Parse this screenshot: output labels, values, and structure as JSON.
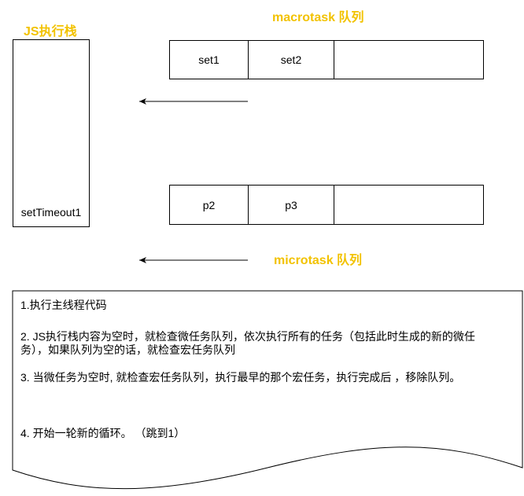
{
  "js_stack": {
    "title": "JS执行栈",
    "item": "setTimeout1"
  },
  "macrotask": {
    "title": "macrotask 队列",
    "items": [
      "set1",
      "set2",
      ""
    ]
  },
  "microtask": {
    "title": "microtask 队列",
    "items": [
      "p2",
      "p3",
      ""
    ]
  },
  "notes": [
    "1.执行主线程代码",
    "2. JS执行栈内容为空时，就检查微任务队列，依次执行所有的任务（包括此时生成的新的微任务），如果队列为空的话，就检查宏任务队列",
    "3. 当微任务为空时, 就检查宏任务队列，执行最早的那个宏任务，执行完成后 ，移除队列。",
    "4.  开始一轮新的循环。 （跳到1）"
  ],
  "colors": {
    "title_yellow": "#f2c200",
    "line": "#000000"
  }
}
